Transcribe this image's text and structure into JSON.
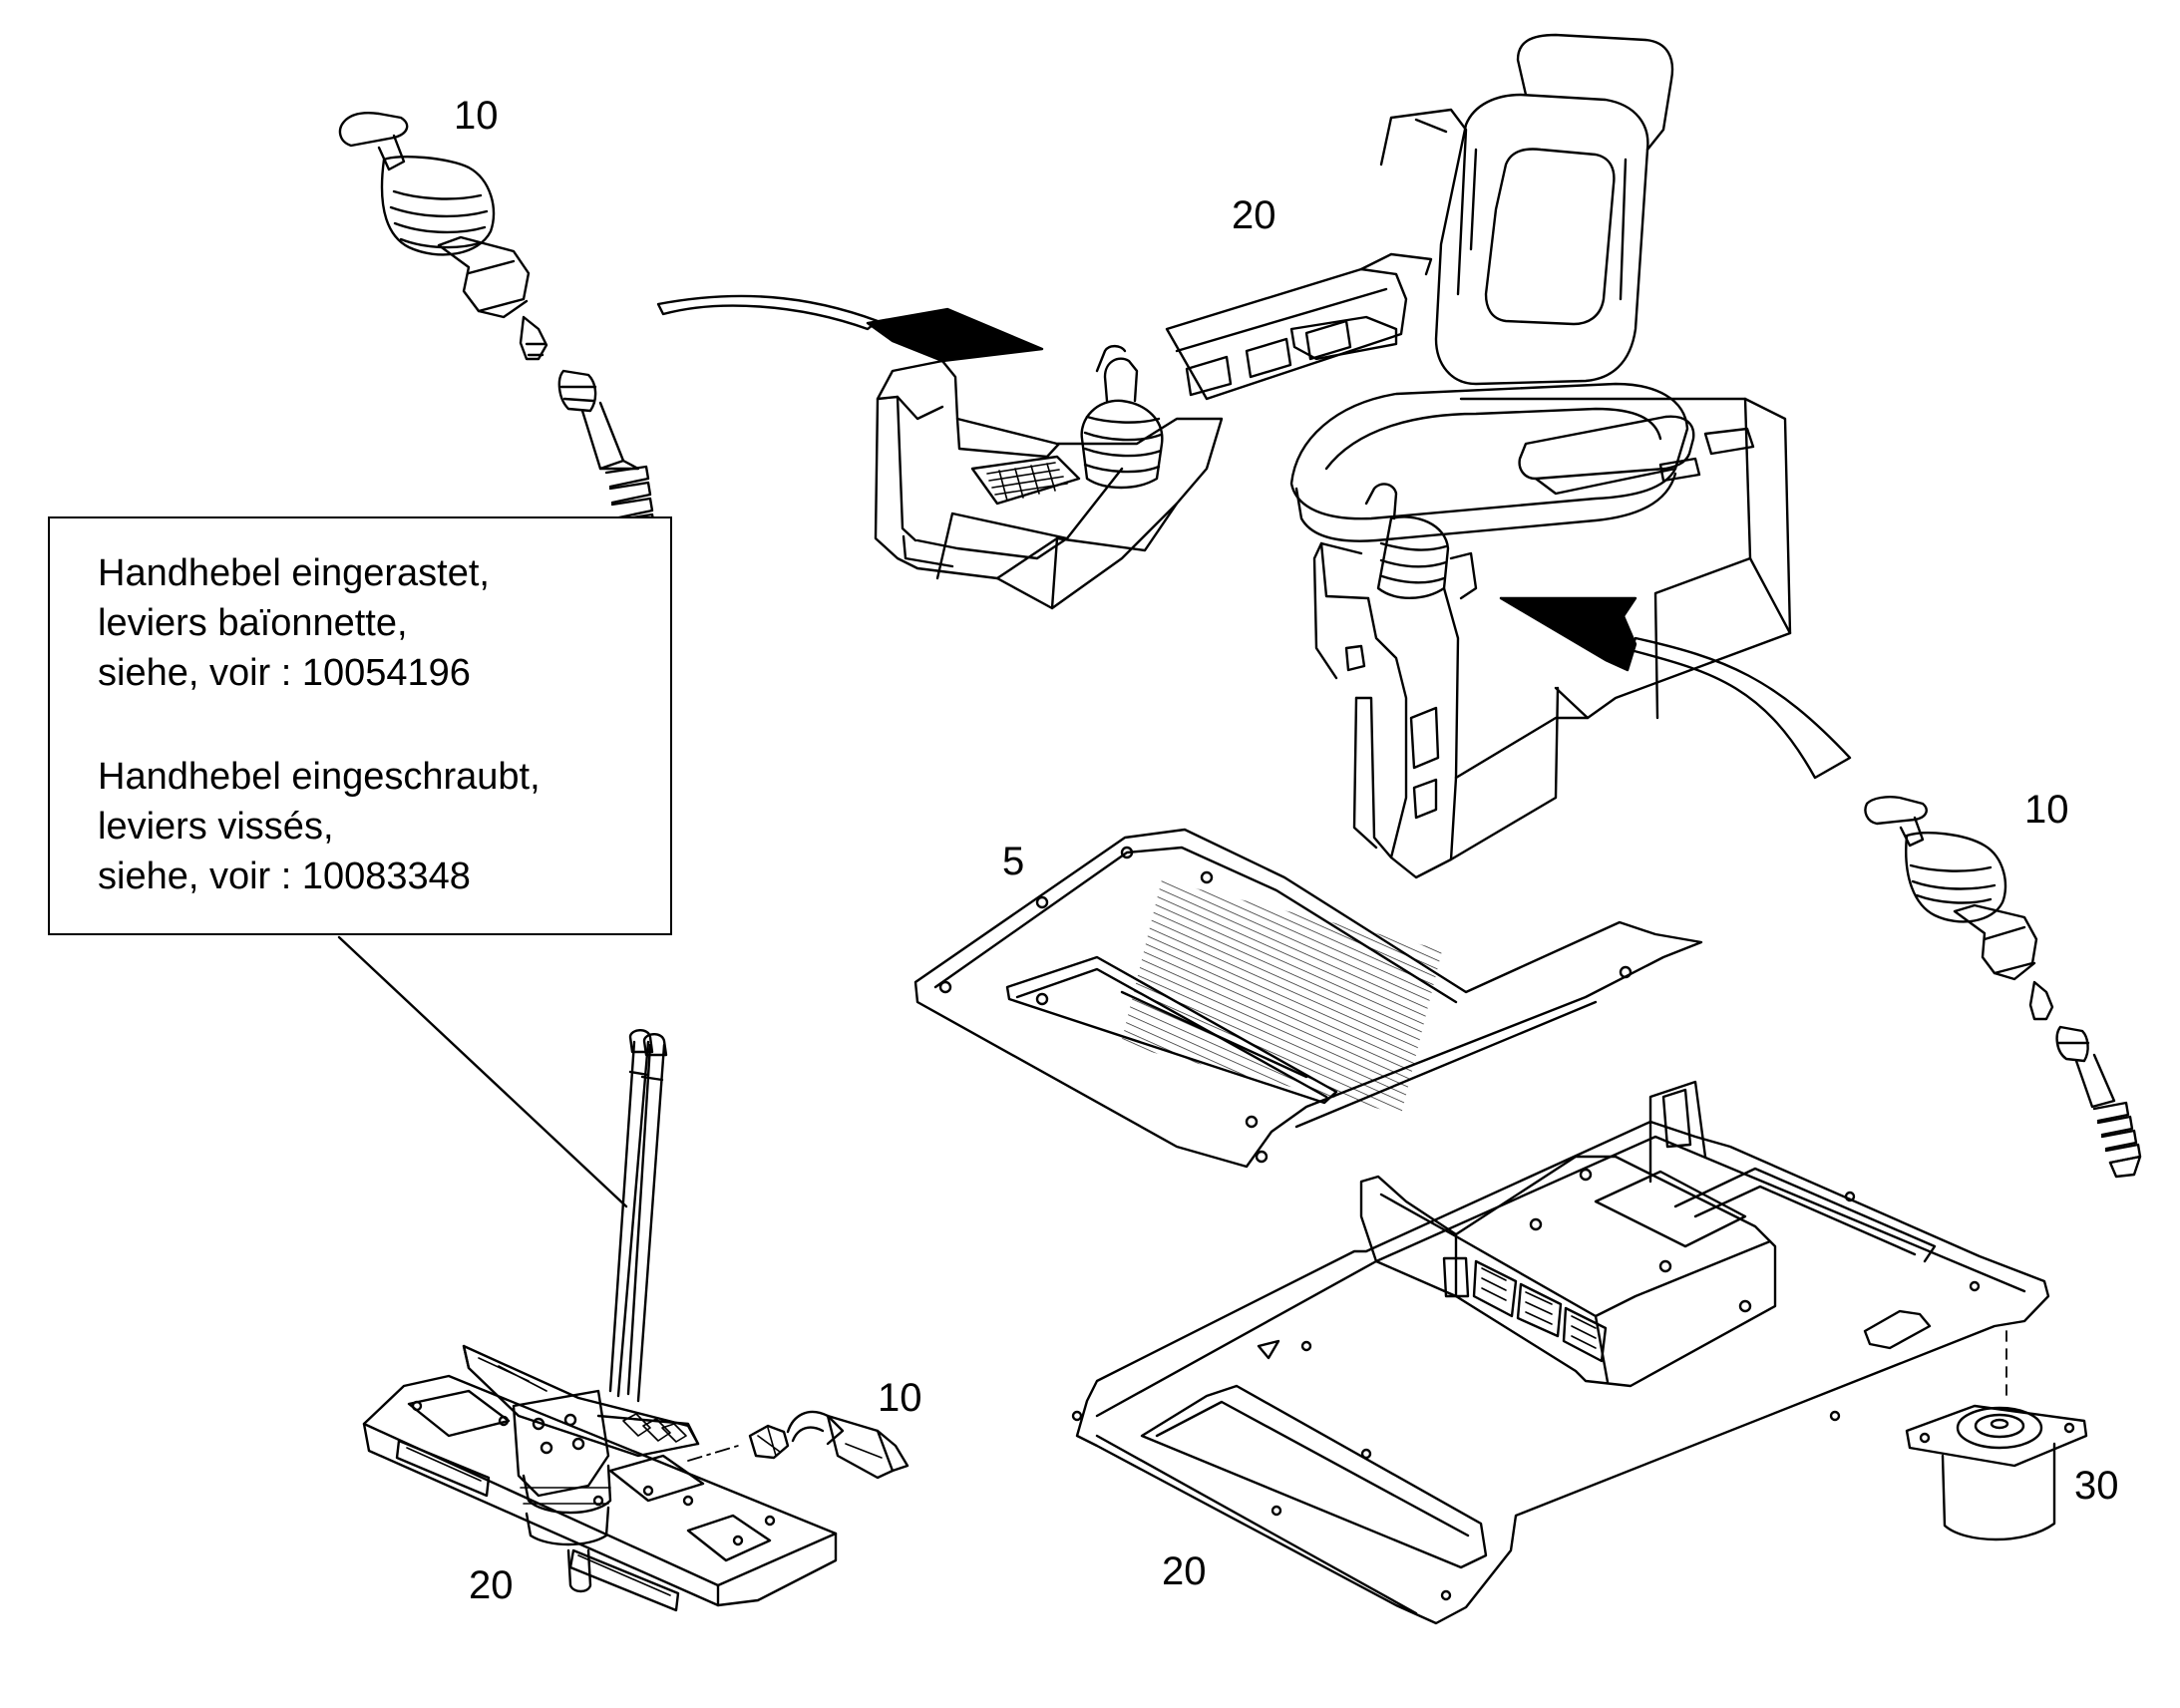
{
  "note": {
    "lines": [
      "Handhebel eingerastet,",
      "leviers baïonnette,",
      "siehe, voir : 10054196",
      "Handhebel eingeschraubt,",
      "leviers vissés,",
      "siehe, voir : 10083348"
    ]
  },
  "callouts": {
    "joystick_top_left": "10",
    "console_top": "20",
    "floor_plate_upper": "5",
    "joystick_right": "10",
    "lever_fitting": "10",
    "pedestal_bottom_left": "20",
    "floor_plate_bottom": "20",
    "mount_bottom_right": "30"
  },
  "colors": {
    "line": "#000000",
    "background": "#ffffff"
  }
}
